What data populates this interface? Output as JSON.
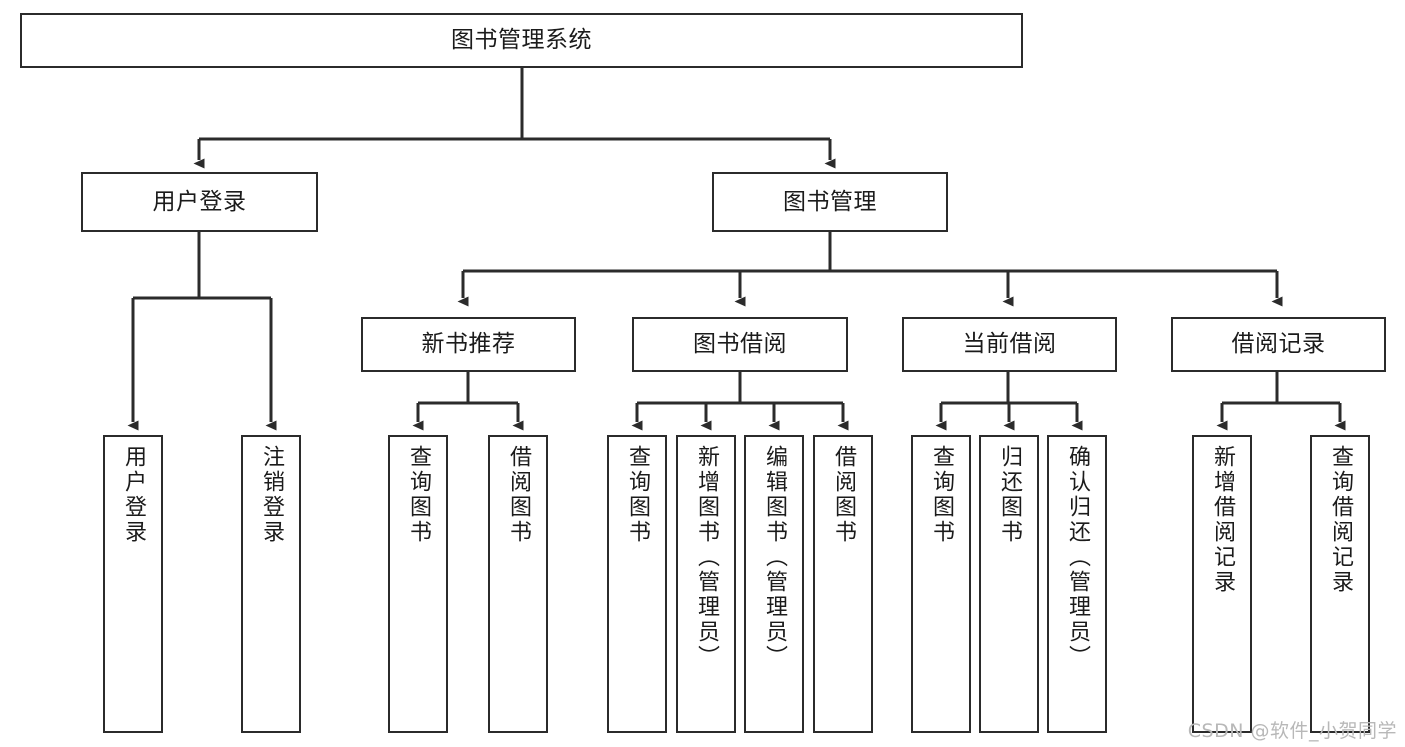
{
  "diagram": {
    "title": "图书管理系统",
    "type": "tree-hierarchy-chart",
    "colors": {
      "box_border": "#2b2b2b",
      "box_fill": "#ffffff",
      "line": "#2b2b2b",
      "text": "#1b1b1b",
      "watermark": "#b8b8b8",
      "background": "#ffffff"
    },
    "root": {
      "label": "图书管理系统"
    },
    "level2": [
      {
        "label": "用户登录"
      },
      {
        "label": "图书管理"
      }
    ],
    "level3": [
      {
        "label": "新书推荐"
      },
      {
        "label": "图书借阅"
      },
      {
        "label": "当前借阅"
      },
      {
        "label": "借阅记录"
      }
    ],
    "leaves": {
      "user_login": [
        {
          "label": "用户登录"
        },
        {
          "label": "注销登录"
        }
      ],
      "new_book_recommend": [
        {
          "label": "查询图书"
        },
        {
          "label": "借阅图书"
        }
      ],
      "book_borrow": [
        {
          "label": "查询图书"
        },
        {
          "label": "新增图书（管理员）"
        },
        {
          "label": "编辑图书（管理员）"
        },
        {
          "label": "借阅图书"
        }
      ],
      "current_borrow": [
        {
          "label": "查询图书"
        },
        {
          "label": "归还图书"
        },
        {
          "label": "确认归还（管理员）"
        }
      ],
      "borrow_record": [
        {
          "label": "新增借阅记录"
        },
        {
          "label": "查询借阅记录"
        }
      ]
    }
  },
  "watermark": {
    "text": "CSDN @软件_小贺同学"
  }
}
